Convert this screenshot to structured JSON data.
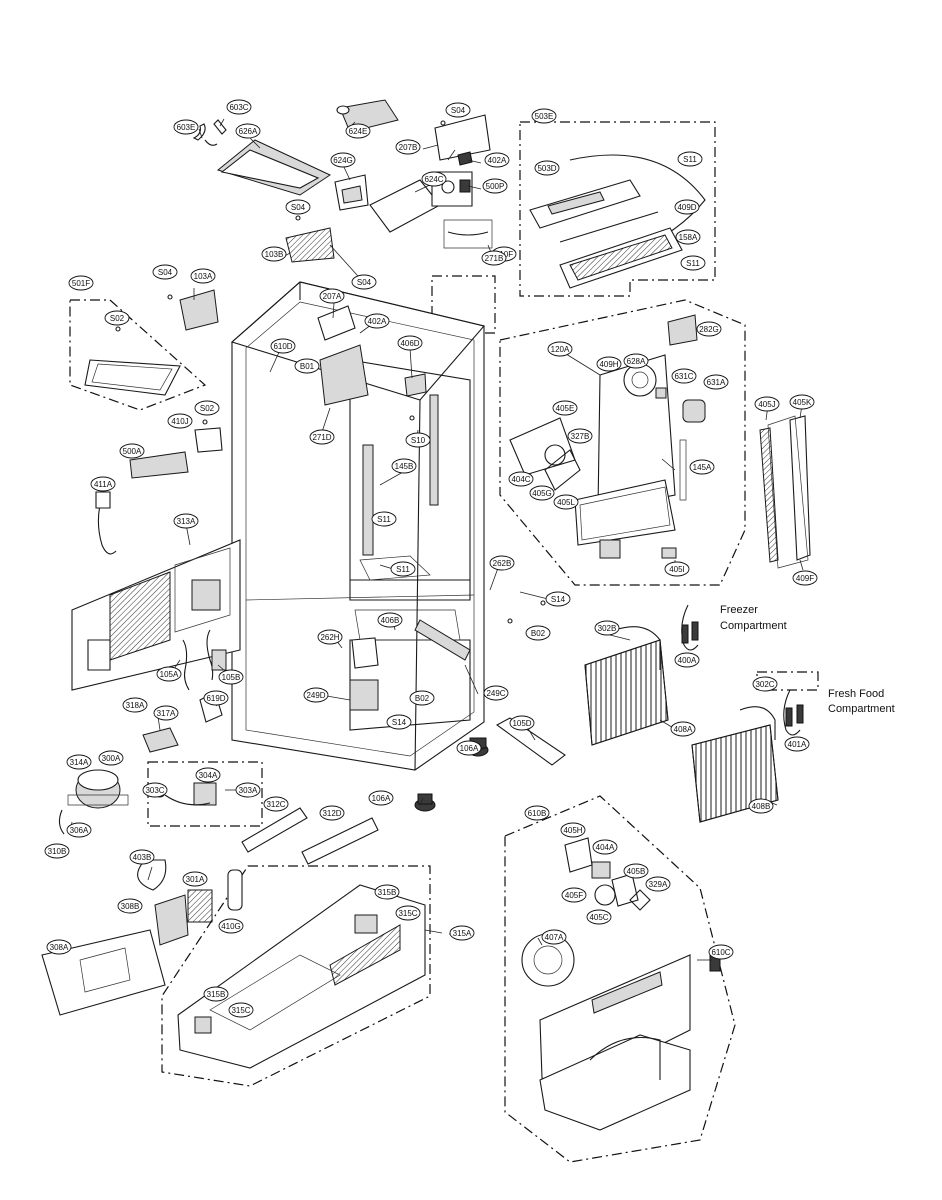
{
  "diagram": {
    "groups": [
      {
        "id": "503E"
      },
      {
        "id": "120A"
      },
      {
        "id": "501F"
      },
      {
        "id": "610B"
      },
      {
        "id": "315A"
      },
      {
        "id": "303A"
      },
      {
        "id": "271B"
      },
      {
        "id": "271D"
      },
      {
        "id": "302C"
      }
    ],
    "compartment_labels": [
      {
        "key": "freezer",
        "lines": [
          "Freezer",
          "Compartment"
        ]
      },
      {
        "key": "fresh_food",
        "lines": [
          "Fresh Food",
          "Compartment"
        ]
      }
    ],
    "part_labels": [
      "603C",
      "603E",
      "626A",
      "624E",
      "S04",
      "207B",
      "402A",
      "500P",
      "624G",
      "624C",
      "610F",
      "503E",
      "503D",
      "S11",
      "409D",
      "158A",
      "S11",
      "S04",
      "103B",
      "S04",
      "271B",
      "S04",
      "103A",
      "207A",
      "402A",
      "501F",
      "S02",
      "610D",
      "B01",
      "406D",
      "410J",
      "S02",
      "271D",
      "S10",
      "500A",
      "145B",
      "411A",
      "S11",
      "313A",
      "S11",
      "262B",
      "S14",
      "B02",
      "262H",
      "406B",
      "105A",
      "105B",
      "249D",
      "B02",
      "249C",
      "318A",
      "317A",
      "619D",
      "S14",
      "105D",
      "106A",
      "314A",
      "300A",
      "304A",
      "303C",
      "303A",
      "306A",
      "312C",
      "312D",
      "106A",
      "310B",
      "403B",
      "301A",
      "308B",
      "410G",
      "315B",
      "315C",
      "315A",
      "308A",
      "315B",
      "315C",
      "120A",
      "282G",
      "628A",
      "409H",
      "631C",
      "631A",
      "405J",
      "405K",
      "405E",
      "327B",
      "404C",
      "405G",
      "405L",
      "145A",
      "405I",
      "409F",
      "302B",
      "400A",
      "408A",
      "302C",
      "401A",
      "408B",
      "610B",
      "405H",
      "404A",
      "405B",
      "405F",
      "405C",
      "329A",
      "407A",
      "610C"
    ]
  }
}
